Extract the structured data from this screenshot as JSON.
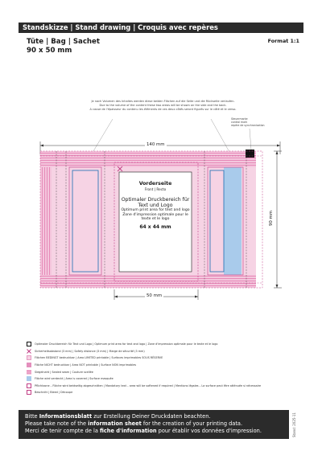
{
  "header": {
    "title": "Standskizze  |  Stand drawing  |  Croquis avec repères"
  },
  "product": {
    "line1": "Tüte | Bag | Sachet",
    "line2": "90 x 50 mm",
    "format": "Format 1:1"
  },
  "notes": {
    "top_de": "Je nach Volumen des Inhaltes werden diese beiden Flächen auf die Seite und die Rückseite verlaufen.",
    "top_en": "Due to the volume of the content these two areas will be shown on the side and the back.",
    "top_fr": "A cause de l'épaisseur du contenu les éléments de ces deux côtés seront figurés sur le côté et le verso.",
    "corner_de": "Steuermarke",
    "corner_en": "control mark",
    "corner_fr": "repère de synchronisation"
  },
  "dimensions": {
    "width": "140 mm",
    "height": "90 mm",
    "panel": "50 mm"
  },
  "front_panel": {
    "title": "Vorderseite",
    "subtitle": "Front  |  Recto",
    "de": "Optimaler Druckbereich für Text und Logo",
    "en": "Optimum print area for text and logo",
    "fr": "Zone d'impression optimale pour le texte et le logo",
    "size": "64 x 44 mm"
  },
  "legend": [
    {
      "swatch": "outline-black",
      "text": "Optimaler Druckbereich für Text und Logo  |  Optimum print area for text and logo  |  Zone d'impression optimale pour le texte et le logo"
    },
    {
      "swatch": "x-mark",
      "text": "Sicherheitsabstand (3 mm)  |  Safety distance (3 mm)  |  Marge de sécurité (3 mm)"
    },
    {
      "swatch": "pink",
      "text": "Flächen BEDINGT bedruckbar  |  Area LIMITED printable  |  Surfaces imprimables SOUS RÉSERVE"
    },
    {
      "swatch": "pink-dark",
      "text": "Fläche NICHT bedruckbar  |  Area NOT printable  |  Surface NON imprimables"
    },
    {
      "swatch": "hatch-pink",
      "text": "Siegelnaht  |  Sealed seam  |  Couture scellée"
    },
    {
      "swatch": "blue",
      "text": "Fläche wird verdeckt  |  Area is covered  |  Surface masquée"
    },
    {
      "swatch": "outline-pink",
      "text": "Pflichtzone – Fläche wird beidseitig abgeschnitten  |  Mandatory text – area will be softened if required  |  Mentions légales – La surface peut être atténuée si nécessaire"
    },
    {
      "swatch": "dash-pink",
      "text": "Beschnitt  |  Bleed  |  Découpe"
    }
  ],
  "footer": {
    "l1_pre": "Bitte ",
    "l1_bold": "Informationsblatt",
    "l1_post": " zur Erstellung Deiner Druckdaten beachten.",
    "l2_pre": "Please take note of the ",
    "l2_bold": "information sheet",
    "l2_post": " for the creation of your printing data.",
    "l3_pre": "Merci de tenir compte de la ",
    "l3_bold": "fiche d'information",
    "l3_post": " pour établir vos données d'impression.",
    "code": "Stand: 2025-11"
  }
}
